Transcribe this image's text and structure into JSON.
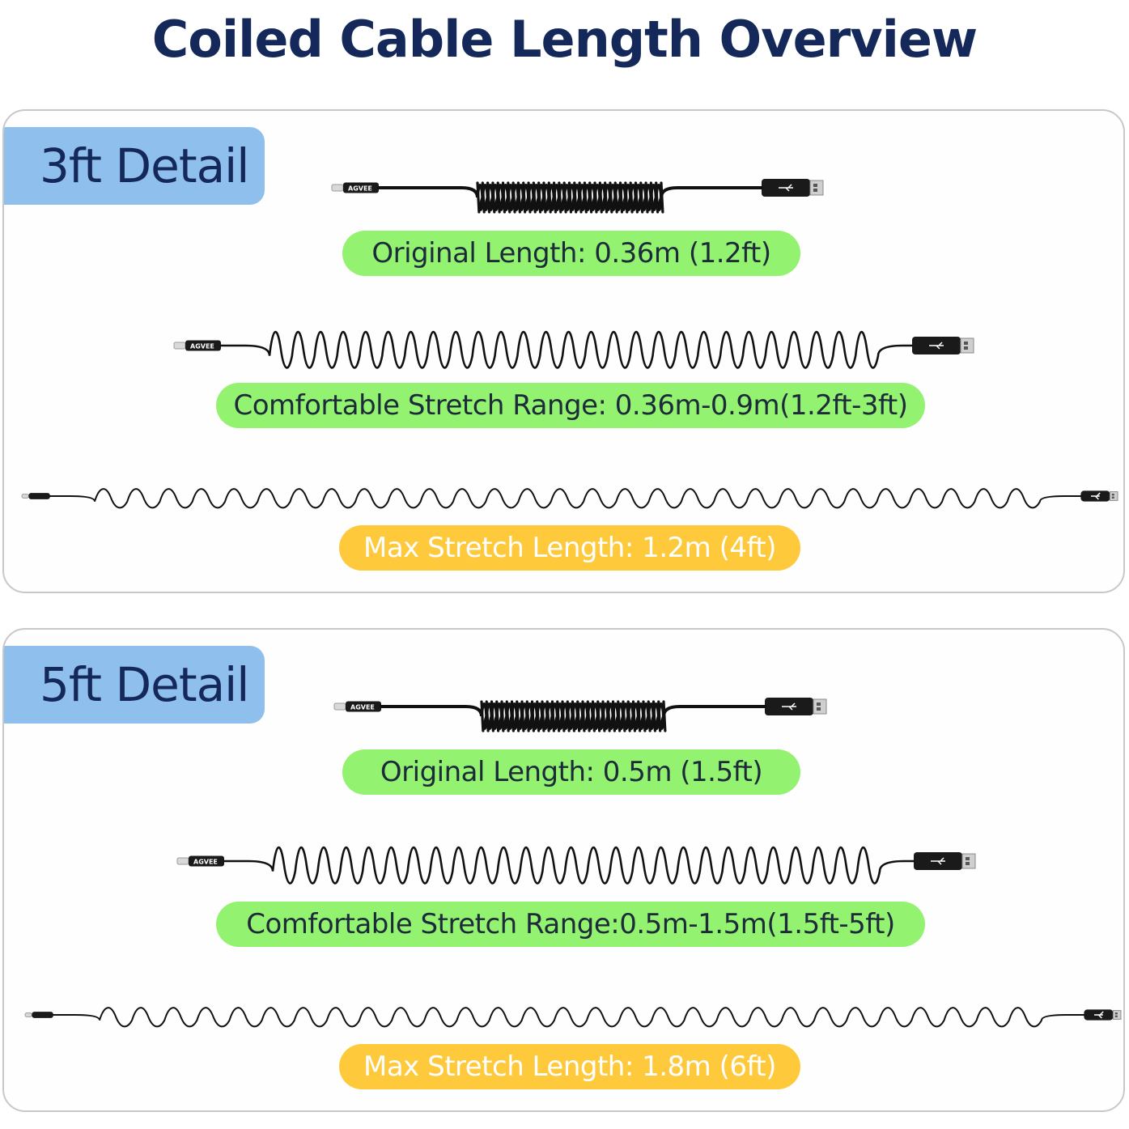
{
  "title": "Coiled Cable Length Overview",
  "sections": [
    {
      "label": "3ft Detail",
      "original": "Original Length: 0.36m (1.2ft)",
      "comfortable": "Comfortable Stretch Range: 0.36m-0.9m(1.2ft-3ft)",
      "max": "Max Stretch Length: 1.2m (4ft)"
    },
    {
      "label": "5ft Detail",
      "original": "Original Length: 0.5m (1.5ft)",
      "comfortable": "Comfortable Stretch Range:0.5m-1.5m(1.5ft-5ft)",
      "max": "Max Stretch Length: 1.8m (6ft)"
    }
  ],
  "brand": "AGVEE",
  "colors": {
    "title": "#14285a",
    "tag_bg": "#8fbfec",
    "green_pill": "#93f26f",
    "yellow_pill": "#ffc93c",
    "cable": "#111111"
  },
  "icons": [
    "lightning-connector-icon",
    "usb-connector-icon",
    "usb-symbol-icon"
  ]
}
